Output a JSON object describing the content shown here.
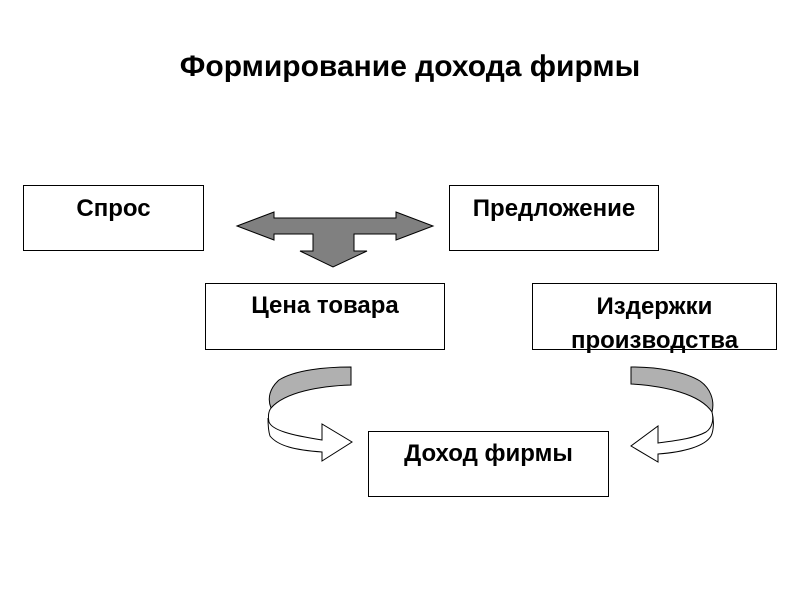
{
  "diagram": {
    "title": "Формирование дохода фирмы",
    "nodes": {
      "demand": "Спрос",
      "supply": "Предложение",
      "price": "Цена товара",
      "costs": "Издержки производства",
      "income": "Доход фирмы"
    },
    "edges": [
      {
        "from": "demand",
        "to": "supply",
        "type": "bidirectional"
      },
      {
        "from": [
          "demand",
          "supply"
        ],
        "to": "price",
        "type": "down"
      },
      {
        "from": "price",
        "to": "income",
        "type": "curved"
      },
      {
        "from": "costs",
        "to": "income",
        "type": "curved"
      }
    ],
    "colors": {
      "arrow_fill": "#808080",
      "curved_top_fill": "#b0b0b0",
      "curved_bottom_fill": "#ffffff",
      "border": "#000000"
    }
  }
}
